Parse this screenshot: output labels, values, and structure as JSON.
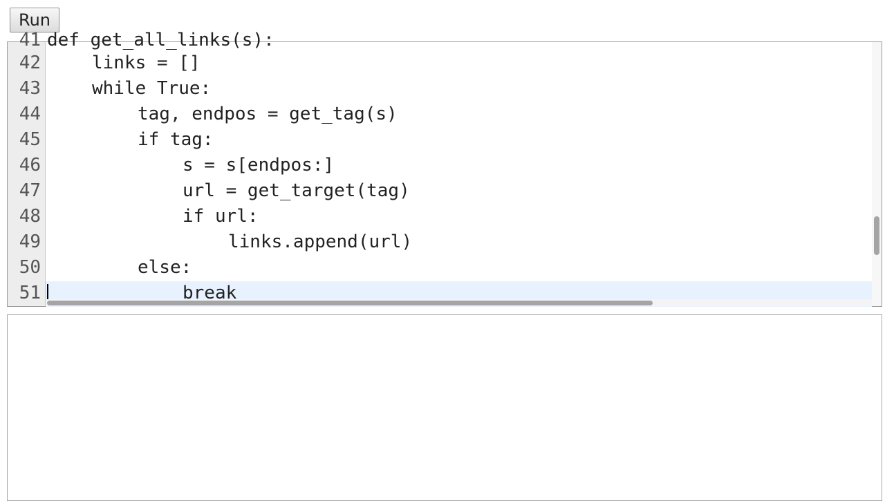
{
  "toolbar": {
    "run_label": "Run"
  },
  "editor": {
    "lines": [
      {
        "num": "41",
        "text": "def get_all_links(s):"
      },
      {
        "num": "42",
        "text": "links = []"
      },
      {
        "num": "43",
        "text": "while True:"
      },
      {
        "num": "44",
        "text": "tag, endpos = get_tag(s)"
      },
      {
        "num": "45",
        "text": "if tag:"
      },
      {
        "num": "46",
        "text": "s = s[endpos:]"
      },
      {
        "num": "47",
        "text": "url = get_target(tag)"
      },
      {
        "num": "48",
        "text": "if url:"
      },
      {
        "num": "49",
        "text": "links.append(url)"
      },
      {
        "num": "50",
        "text": "else:"
      },
      {
        "num": "51",
        "text": "break"
      }
    ]
  },
  "output": {
    "text": ""
  }
}
